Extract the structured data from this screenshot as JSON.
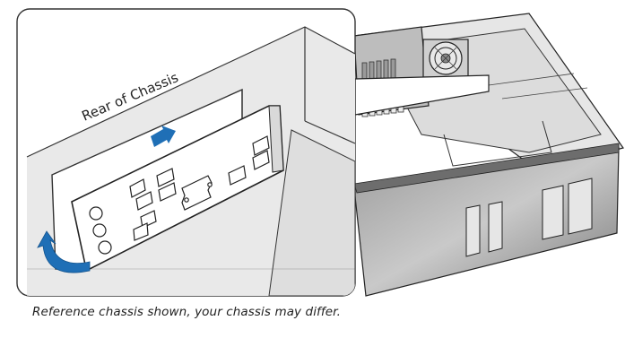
{
  "diagram": {
    "callout_label": "Rear of Chassis",
    "caption": "Reference chassis shown, your chassis may differ."
  },
  "colors": {
    "outline": "#222222",
    "callout_border": "#333333",
    "chassis_gray": "#d4d4d4",
    "chassis_dark": "#8a8a8a",
    "arrow_blue": "#1f6fb6",
    "shield_fill": "#ffffff"
  },
  "icons": {
    "insert_arrow": "arrow-up-right",
    "rotate_arrow": "curved-arrow"
  }
}
